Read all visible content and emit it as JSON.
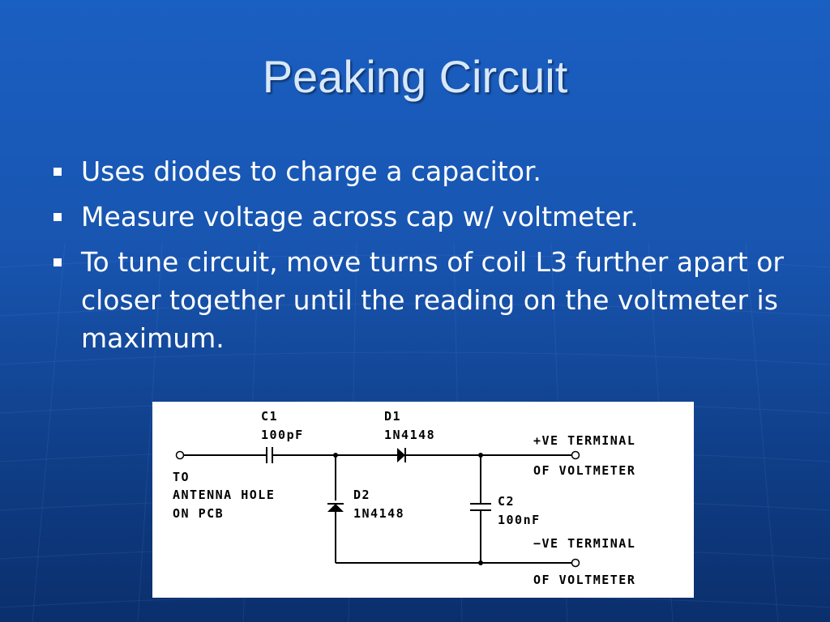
{
  "slide": {
    "title": "Peaking Circuit",
    "bullets": [
      "Uses diodes to charge a capacitor.",
      "Measure voltage across cap w/ voltmeter.",
      "To tune circuit, move turns of coil L3 further apart or closer together until the reading on the voltmeter is maximum."
    ]
  },
  "circuit": {
    "c1_name": "C1",
    "c1_value": "100pF",
    "d1_name": "D1",
    "d1_value": "1N4148",
    "d2_name": "D2",
    "d2_value": "1N4148",
    "c2_name": "C2",
    "c2_value": "100nF",
    "input_label_line1": "TO",
    "input_label_line2": "ANTENNA HOLE",
    "input_label_line3": "ON PCB",
    "pos_terminal_line1": "+VE TERMINAL",
    "pos_terminal_line2": "OF VOLTMETER",
    "neg_terminal_line1": "−VE TERMINAL",
    "neg_terminal_line2": "OF VOLTMETER"
  },
  "colors": {
    "background_top": "#1a5fc2",
    "background_bottom": "#0b2f6c",
    "title": "#d8e8fa",
    "bullet_text": "#ffffff",
    "schematic_ink": "#000000"
  }
}
